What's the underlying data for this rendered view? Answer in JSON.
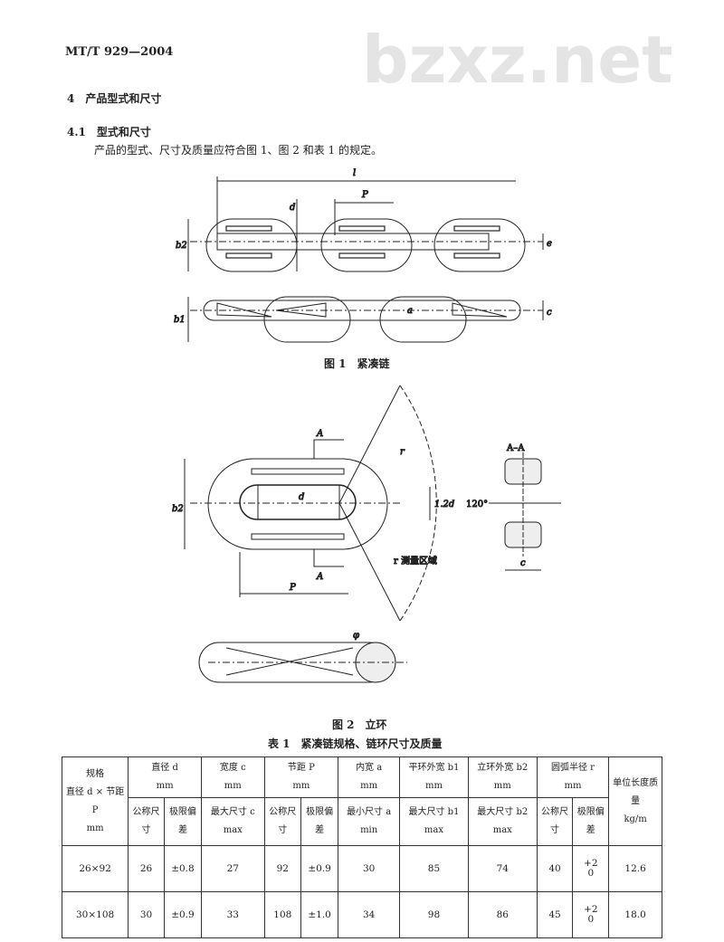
{
  "header": {
    "standard": "MT/T 929—2004"
  },
  "watermark": "bzxz.net",
  "section": {
    "number": "4",
    "title": "产品型式和尺寸"
  },
  "subsection": {
    "number": "4.1",
    "title": "型式和尺寸",
    "text": "产品的型式、尺寸及质量应符合图 1、图 2 和表 1 的规定。"
  },
  "figure1": {
    "caption": "图 1　紧凑链",
    "labels": {
      "l": "l",
      "P": "P",
      "d": "d",
      "b2": "b2",
      "e": "e",
      "b1": "b1",
      "c": "c",
      "a": "a"
    }
  },
  "figure2": {
    "caption": "图 2　立环",
    "labels": {
      "section": "A",
      "section_view": "A–A",
      "b2": "b2",
      "d": "d",
      "h": "1.2d",
      "angle": "120°",
      "r": "r",
      "r_zone": "r 测量区域",
      "P": "P",
      "c": "c",
      "phi": "φ"
    }
  },
  "table": {
    "title": "表 1　紧凑链规格、链环尺寸及质量",
    "headers": {
      "spec": "规格",
      "spec_sub": "直径 d × 节距 P",
      "spec_unit": "mm",
      "d": "直径 d",
      "c": "宽度 c",
      "P": "节距 P",
      "a": "内宽 a",
      "b1": "平环外宽 b1",
      "b2": "立环外宽 b2",
      "r": "圆弧半径 r",
      "unit": "mm",
      "mass": "单位长度质量",
      "mass_unit": "kg/m",
      "nominal": "公称尺寸",
      "tolerance": "极限偏差",
      "cmax": "最大尺寸 c max",
      "amin": "最小尺寸 a min",
      "b1max": "最大尺寸 b1 max",
      "b2max": "最大尺寸 b2 max"
    },
    "rows": [
      {
        "spec": "26×92",
        "d": "26",
        "d_tol": "±0.8",
        "c": "27",
        "P": "92",
        "P_tol": "±0.9",
        "a": "30",
        "b1": "85",
        "b2": "74",
        "r": "40",
        "r_tol_up": "+2",
        "r_tol_low": "0",
        "mass": "12.6"
      },
      {
        "spec": "30×108",
        "d": "30",
        "d_tol": "±0.9",
        "c": "33",
        "P": "108",
        "P_tol": "±1.0",
        "a": "34",
        "b1": "98",
        "b2": "86",
        "r": "45",
        "r_tol_up": "+2",
        "r_tol_low": "0",
        "mass": "18.0"
      }
    ]
  }
}
